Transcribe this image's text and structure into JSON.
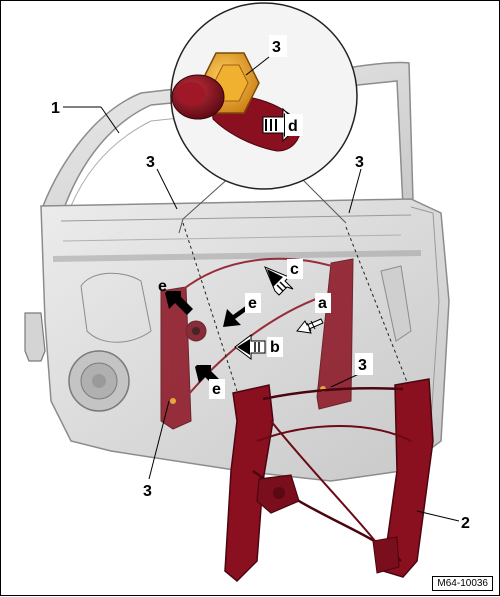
{
  "labels": {
    "part1": "1",
    "part2": "2",
    "part3": "3",
    "a": "a",
    "b": "b",
    "c": "c",
    "d": "d",
    "e": "e"
  },
  "reference": "M64-10036",
  "colors": {
    "regulator": "#8a1020",
    "regulator_dark": "#5a0812",
    "nut": "#e8a020",
    "door": "#d8d8d8",
    "door_edge": "#8c8c8c"
  }
}
